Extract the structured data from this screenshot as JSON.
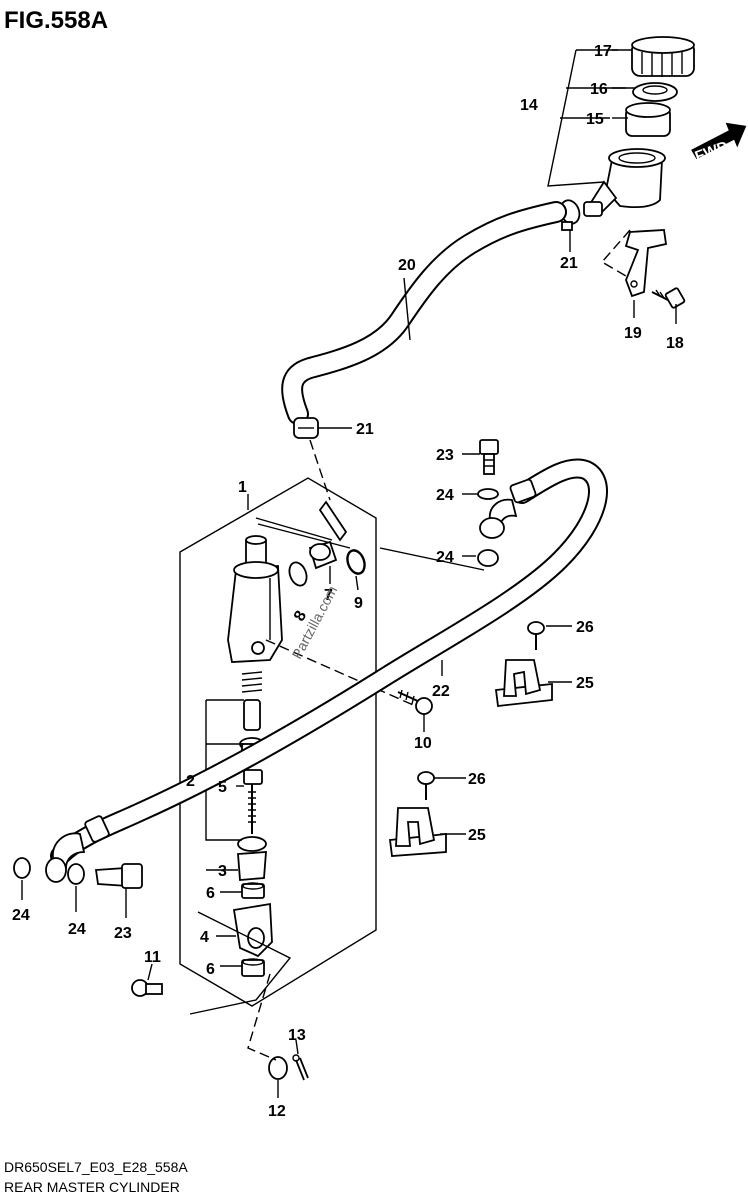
{
  "figure": {
    "title": "FIG.558A",
    "code": "DR650SEL7_E03_E28_558A",
    "name": "REAR MASTER CYLINDER",
    "fwd_label": "FWD",
    "watermark": "Partzilla.com"
  },
  "callouts": [
    {
      "id": "c1",
      "label": "1"
    },
    {
      "id": "c2",
      "label": "2"
    },
    {
      "id": "c3",
      "label": "3"
    },
    {
      "id": "c4",
      "label": "4"
    },
    {
      "id": "c5",
      "label": "5"
    },
    {
      "id": "c6a",
      "label": "6"
    },
    {
      "id": "c6b",
      "label": "6"
    },
    {
      "id": "c7",
      "label": "7"
    },
    {
      "id": "c8",
      "label": "8"
    },
    {
      "id": "c9",
      "label": "9"
    },
    {
      "id": "c10",
      "label": "10"
    },
    {
      "id": "c11",
      "label": "11"
    },
    {
      "id": "c12",
      "label": "12"
    },
    {
      "id": "c13",
      "label": "13"
    },
    {
      "id": "c14",
      "label": "14"
    },
    {
      "id": "c15",
      "label": "15"
    },
    {
      "id": "c16",
      "label": "16"
    },
    {
      "id": "c17",
      "label": "17"
    },
    {
      "id": "c18",
      "label": "18"
    },
    {
      "id": "c19",
      "label": "19"
    },
    {
      "id": "c20",
      "label": "20"
    },
    {
      "id": "c21a",
      "label": "21"
    },
    {
      "id": "c21b",
      "label": "21"
    },
    {
      "id": "c22",
      "label": "22"
    },
    {
      "id": "c23a",
      "label": "23"
    },
    {
      "id": "c23b",
      "label": "23"
    },
    {
      "id": "c24a",
      "label": "24"
    },
    {
      "id": "c24b",
      "label": "24"
    },
    {
      "id": "c24c",
      "label": "24"
    },
    {
      "id": "c24d",
      "label": "24"
    },
    {
      "id": "c25a",
      "label": "25"
    },
    {
      "id": "c25b",
      "label": "25"
    },
    {
      "id": "c26a",
      "label": "26"
    },
    {
      "id": "c26b",
      "label": "26"
    }
  ]
}
